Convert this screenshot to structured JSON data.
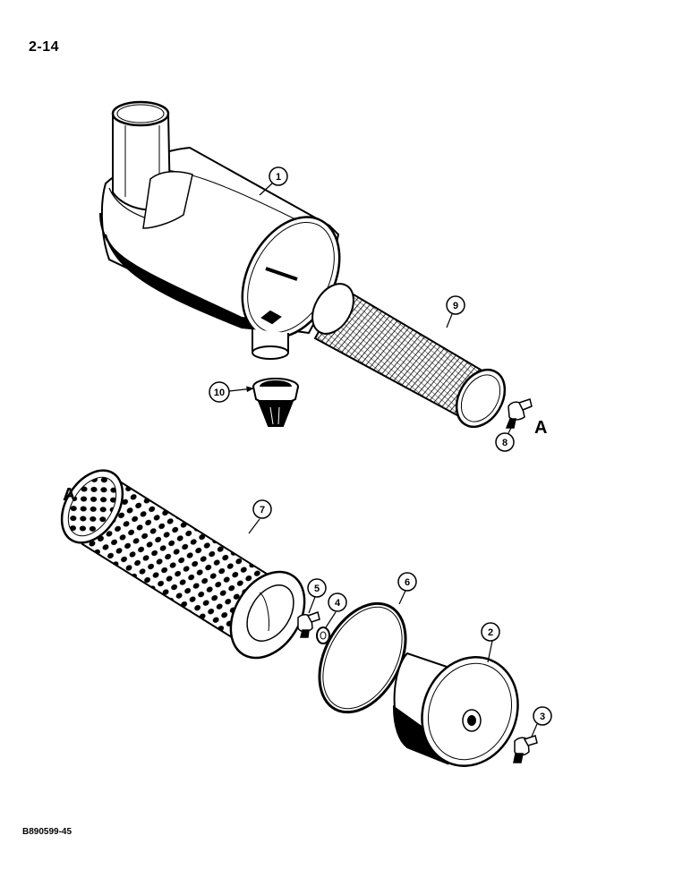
{
  "page_number": "2-14",
  "figure_code": "B890599-45",
  "reference_mark": "A",
  "callouts": [
    "1",
    "2",
    "3",
    "4",
    "5",
    "6",
    "7",
    "8",
    "9",
    "10"
  ]
}
